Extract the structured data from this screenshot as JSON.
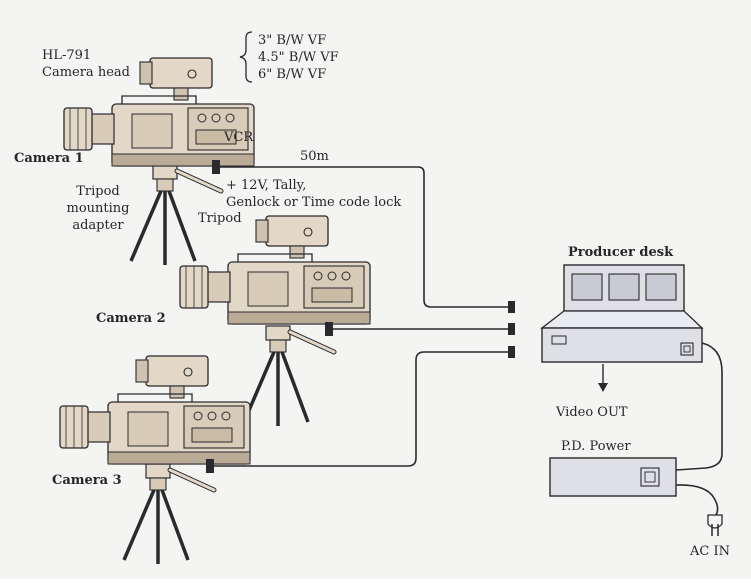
{
  "colors": {
    "background": "#f4f4f2",
    "camera_body": "#e3d8c7",
    "camera_shadow": "#b9ab95",
    "line": "#2a2a2e",
    "desk": "#dfe0e6",
    "desk_screen": "#c9cad3"
  },
  "camera_head": {
    "model": "HL-791",
    "caption": "Camera head",
    "viewfinders": [
      "3\" B/W VF",
      "4.5\" B/W VF",
      "6\" B/W VF"
    ]
  },
  "camera1": {
    "label": "Camera 1",
    "vcr_label": "VCR",
    "mount_label_lines": [
      "Tripod",
      "mounting",
      "adapter"
    ],
    "tripod_label": "Tripod"
  },
  "camera2": {
    "label": "Camera 2"
  },
  "camera3": {
    "label": "Camera 3"
  },
  "cable": {
    "length": "50m",
    "signals_line1": "+ 12V, Tally,",
    "signals_line2": "Genlock or Time code lock"
  },
  "producer_desk": {
    "label": "Producer desk",
    "video_out": "Video OUT"
  },
  "pd_power": {
    "label": "P.D. Power",
    "ac_in": "AC IN"
  }
}
